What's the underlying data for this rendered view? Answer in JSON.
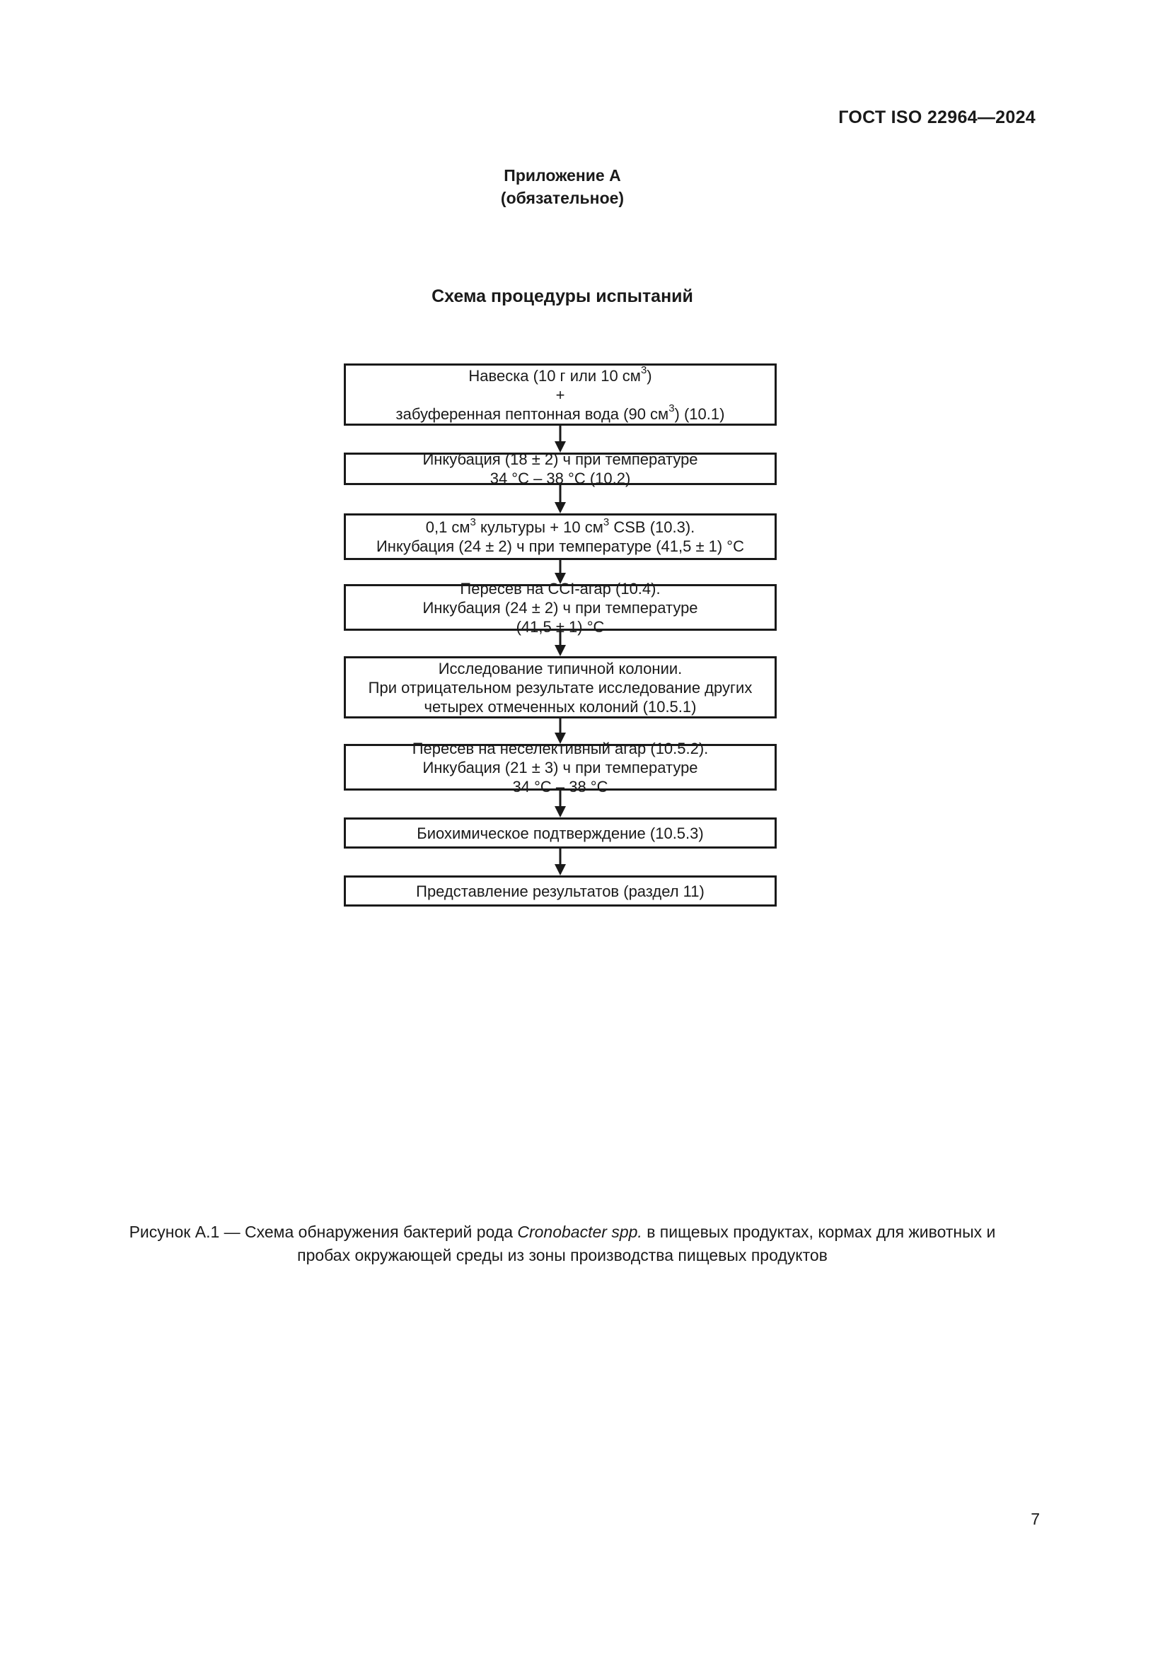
{
  "header": {
    "standard_code": "ГОСТ ISO 22964—2024"
  },
  "annex": {
    "title": "Приложение А",
    "status": "(обязательное)"
  },
  "scheme_title": "Схема процедуры испытаний",
  "flowchart": {
    "steps": [
      {
        "lines": [
          [
            "Навеска (10 г или 10 см",
            "3",
            ")"
          ],
          [
            "+"
          ],
          [
            "забуференная пептонная вода (90 см",
            "3",
            ") (10.1)"
          ]
        ]
      },
      {
        "lines": [
          [
            "Инкубация (18 ± 2) ч при температуре"
          ],
          [
            "34 °С – 38 °С (10.2)"
          ]
        ]
      },
      {
        "lines": [
          [
            "0,1 см",
            "3",
            " культуры + 10 см",
            "3",
            " CSB (10.3)."
          ],
          [
            "Инкубация (24 ± 2) ч при температуре (41,5 ± 1) °С"
          ]
        ]
      },
      {
        "lines": [
          [
            "Пересев на CCI-агар (10.4)."
          ],
          [
            "Инкубация (24 ± 2) ч при температуре"
          ],
          [
            "(41,5 ± 1) °С"
          ]
        ]
      },
      {
        "lines": [
          [
            "Исследование типичной колонии."
          ],
          [
            "При отрицательном результате исследование других"
          ],
          [
            "четырех отмеченных колоний (10.5.1)"
          ]
        ]
      },
      {
        "lines": [
          [
            "Пересев на неселективный агар (10.5.2)."
          ],
          [
            "Инкубация (21 ± 3) ч при температуре"
          ],
          [
            "34 °С – 38 °С"
          ]
        ]
      },
      {
        "lines": [
          [
            "Биохимическое подтверждение (10.5.3)"
          ]
        ]
      },
      {
        "lines": [
          [
            "Представление результатов (раздел 11)"
          ]
        ]
      }
    ]
  },
  "caption": {
    "before_italic": "Рисунок А.1 — Схема обнаружения бактерий рода ",
    "italic": "Cronobacter spp.",
    "after_italic": " в пищевых продуктах, кормах для животных и",
    "line2": "пробах окружающей среды из зоны производства пищевых продуктов"
  },
  "page_number": "7"
}
